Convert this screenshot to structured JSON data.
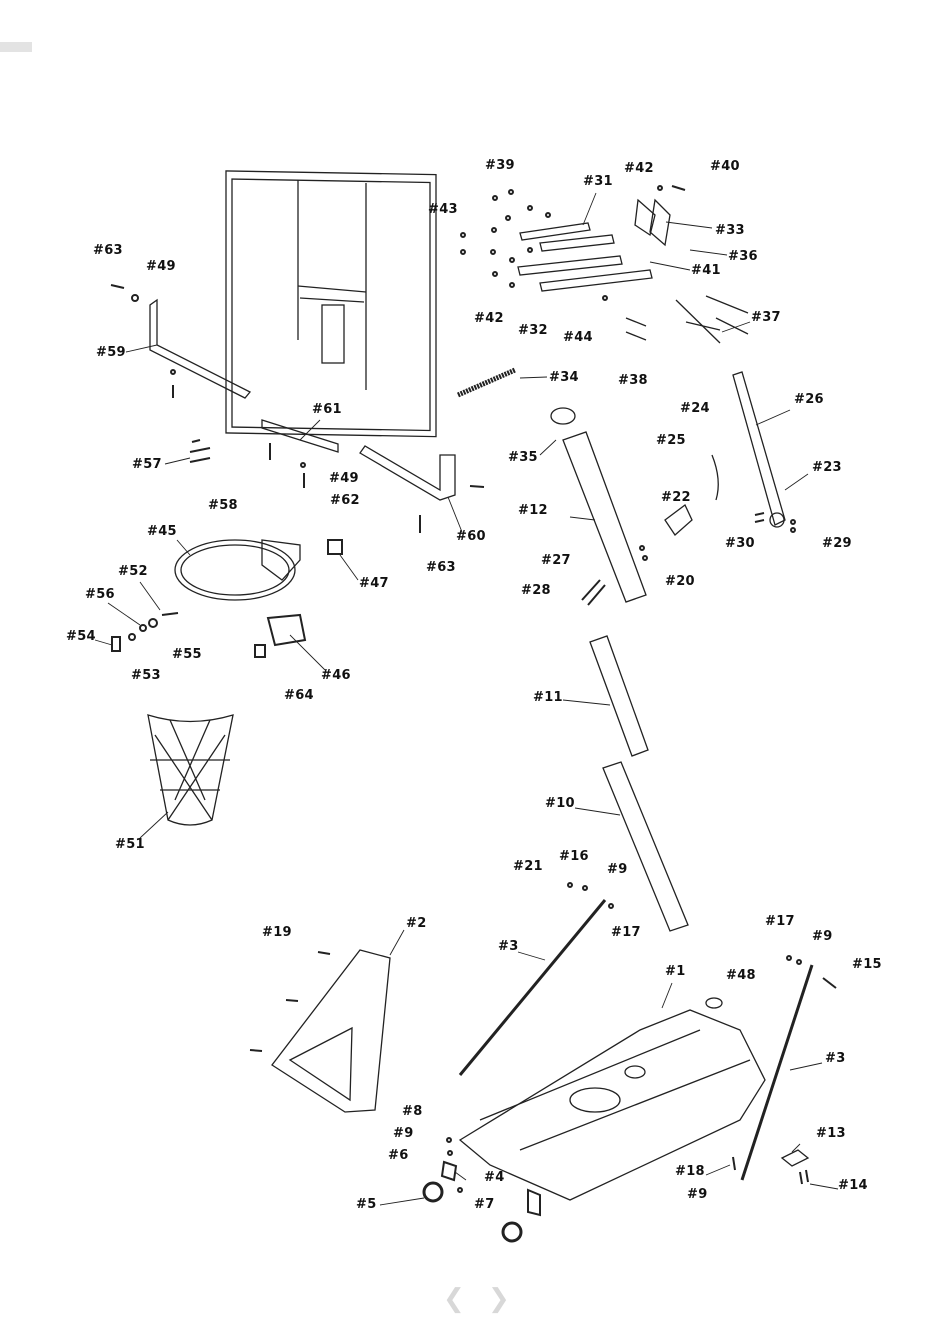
{
  "labels": [
    "#39",
    "#42",
    "#40",
    "#31",
    "#43",
    "#33",
    "#36",
    "#63",
    "#49",
    "#41",
    "#42",
    "#37",
    "#32",
    "#44",
    "#59",
    "#34",
    "#38",
    "#26",
    "#61",
    "#24",
    "#25",
    "#35",
    "#57",
    "#23",
    "#49",
    "#62",
    "#22",
    "#58",
    "#12",
    "#45",
    "#60",
    "#30",
    "#29",
    "#27",
    "#63",
    "#52",
    "#20",
    "#47",
    "#28",
    "#56",
    "#54",
    "#55",
    "#53",
    "#46",
    "#64",
    "#11",
    "#10",
    "#51",
    "#16",
    "#21",
    "#9",
    "#2",
    "#17",
    "#19",
    "#17",
    "#9",
    "#3",
    "#15",
    "#1",
    "#48",
    "#3",
    "#13",
    "#8",
    "#9",
    "#6",
    "#4",
    "#18",
    "#14",
    "#9",
    "#5",
    "#7"
  ],
  "nav": {
    "prev_icon": "chevron-left-icon",
    "next_icon": "chevron-right-icon"
  },
  "colors": {
    "line": "#222222",
    "label": "#111111"
  }
}
